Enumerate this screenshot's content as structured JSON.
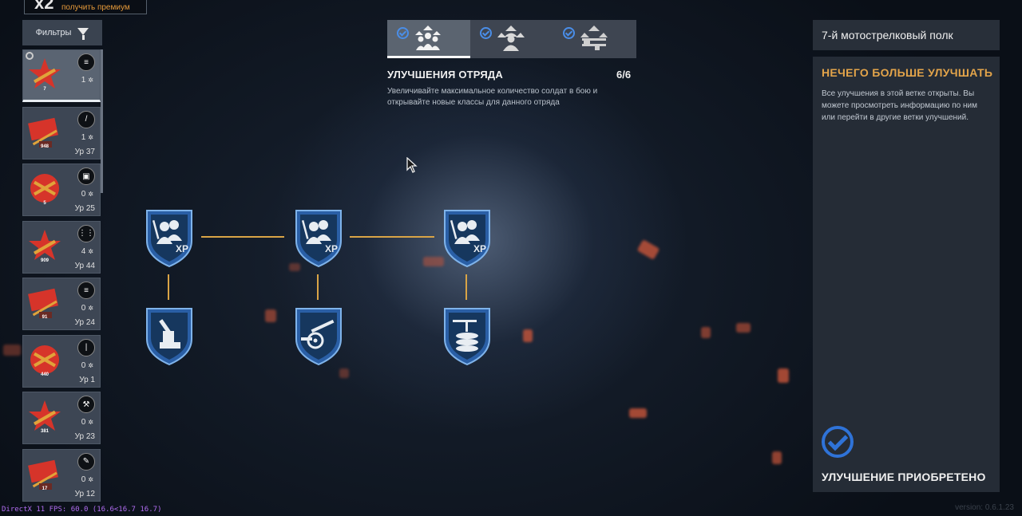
{
  "premium": {
    "multiplier": "x2",
    "link": "получить премиум"
  },
  "filters": {
    "label": "Фильтры"
  },
  "squads": [
    {
      "emblem_number": "7",
      "count": "1",
      "level": "",
      "class_icon": "list-icon",
      "selected": true
    },
    {
      "emblem_number": "948",
      "count": "1",
      "level": "Ур 37",
      "class_icon": "knife-icon"
    },
    {
      "emblem_number": "5",
      "count": "0",
      "level": "Ур 25",
      "class_icon": "vehicle-icon"
    },
    {
      "emblem_number": "909",
      "count": "4",
      "level": "Ур 44",
      "class_icon": "ammo-icon"
    },
    {
      "emblem_number": "91",
      "count": "0",
      "level": "Ур 24",
      "class_icon": "list-icon"
    },
    {
      "emblem_number": "440",
      "count": "0",
      "level": "Ур 1",
      "class_icon": "bullet-icon"
    },
    {
      "emblem_number": "381",
      "count": "0",
      "level": "Ур 23",
      "class_icon": "wrench-icon"
    },
    {
      "emblem_number": "17",
      "count": "0",
      "level": "Ур 12",
      "class_icon": "grenade-icon"
    }
  ],
  "tabs": [
    {
      "icon": "squad-upgrade-icon",
      "active": true
    },
    {
      "icon": "soldier-upgrade-icon",
      "active": false
    },
    {
      "icon": "weapon-upgrade-icon",
      "active": false
    }
  ],
  "upgrades": {
    "title": "УЛУЧШЕНИЯ ОТРЯДА",
    "count": "6/6",
    "description": "Увеличивайте максимальное количество солдат в бою и открывайте новые классы для данного отряда",
    "xp_label": "XP"
  },
  "tree": {
    "top": [
      "squad-xp-icon",
      "squad-xp-icon",
      "squad-xp-icon"
    ],
    "bottom": [
      "anti-aircraft-gun-icon",
      "field-gun-icon",
      "machine-gun-sandbags-icon"
    ]
  },
  "right_panel": {
    "regiment": "7-й мотострелковый полк",
    "heading": "НЕЧЕГО БОЛЬШЕ УЛУЧШАТЬ",
    "text": "Все улучшения в этой ветке открыты. Вы можете просмотреть информацию по ним или перейти в другие ветки улучшений.",
    "status": "УЛУЧШЕНИЕ ПРИОБРЕТЕНО"
  },
  "debug": {
    "fps": "DirectX 11 FPS: 60.0 (16.6<16.7 16.7)",
    "version": "version: 0.6.1.23"
  },
  "colors": {
    "accent": "#e3a44a",
    "check": "#2f73d8",
    "shield": "#3a70b8",
    "line": "#d9a446"
  }
}
